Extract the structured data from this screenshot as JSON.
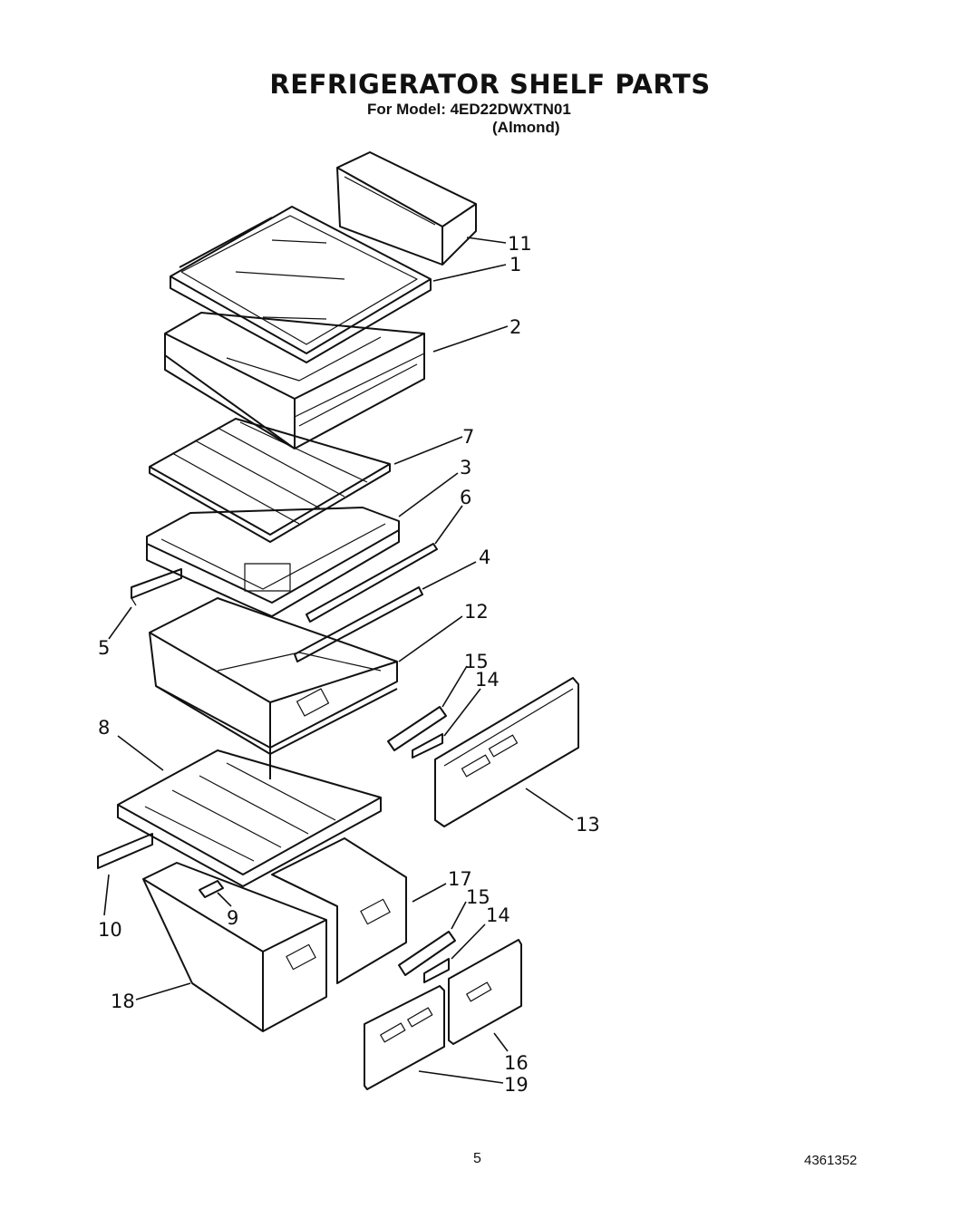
{
  "title": "REFRIGERATOR SHELF PARTS",
  "model_line": "For Model: 4ED22DWXTN01",
  "variant": "(Almond)",
  "page_number": "5",
  "document_number": "4361352",
  "callouts": [
    {
      "id": "11",
      "label": "11"
    },
    {
      "id": "1",
      "label": "1"
    },
    {
      "id": "2",
      "label": "2"
    },
    {
      "id": "7",
      "label": "7"
    },
    {
      "id": "3",
      "label": "3"
    },
    {
      "id": "6",
      "label": "6"
    },
    {
      "id": "4",
      "label": "4"
    },
    {
      "id": "5",
      "label": "5"
    },
    {
      "id": "12",
      "label": "12"
    },
    {
      "id": "15a",
      "label": "15"
    },
    {
      "id": "14a",
      "label": "14"
    },
    {
      "id": "8",
      "label": "8"
    },
    {
      "id": "13",
      "label": "13"
    },
    {
      "id": "10",
      "label": "10"
    },
    {
      "id": "9",
      "label": "9"
    },
    {
      "id": "17",
      "label": "17"
    },
    {
      "id": "15b",
      "label": "15"
    },
    {
      "id": "14b",
      "label": "14"
    },
    {
      "id": "18",
      "label": "18"
    },
    {
      "id": "16",
      "label": "16"
    },
    {
      "id": "19",
      "label": "19"
    }
  ]
}
